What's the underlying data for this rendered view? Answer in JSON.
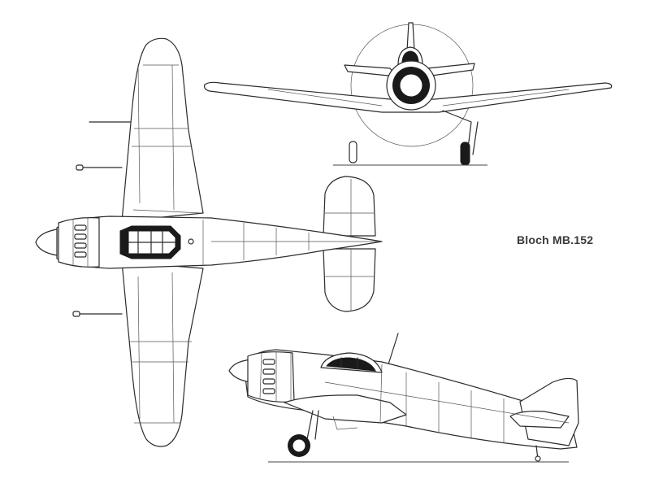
{
  "drawing": {
    "title": "Bloch MB.152",
    "views": [
      "plan-view",
      "front-view",
      "side-view"
    ]
  },
  "colors": {
    "background": "#ffffff",
    "line": "#2b2b2b",
    "canopy_frame": "#1a1a1a",
    "label": "#3a3a3a"
  }
}
